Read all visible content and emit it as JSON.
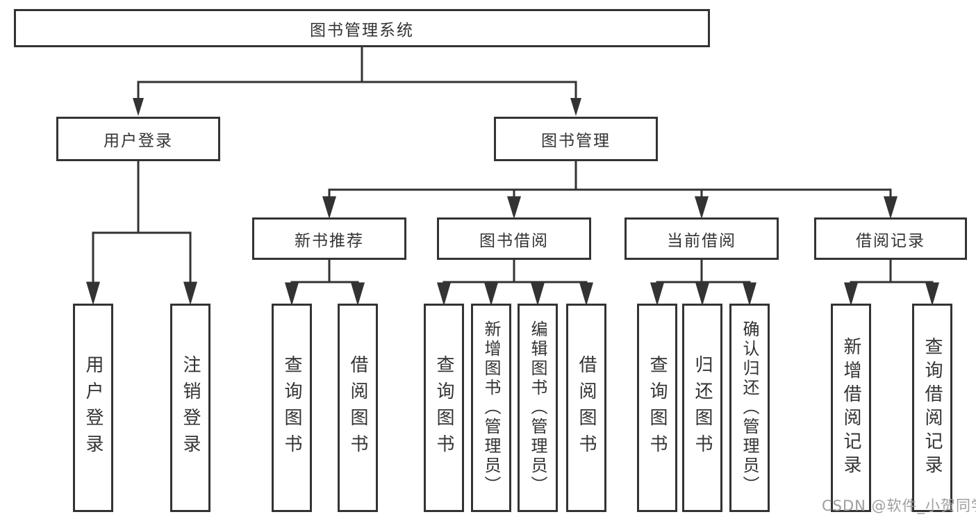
{
  "diagram_type": "hierarchy-tree",
  "title": "图书管理系统",
  "tree": {
    "label": "图书管理系统",
    "children": [
      {
        "label": "用户登录",
        "children": [
          {
            "label": "用户登录"
          },
          {
            "label": "注销登录"
          }
        ]
      },
      {
        "label": "图书管理",
        "children": [
          {
            "label": "新书推荐",
            "children": [
              {
                "label": "查询图书"
              },
              {
                "label": "借阅图书"
              }
            ]
          },
          {
            "label": "图书借阅",
            "children": [
              {
                "label": "查询图书"
              },
              {
                "label": "新增图书（管理员）"
              },
              {
                "label": "编辑图书（管理员）"
              },
              {
                "label": "借阅图书"
              }
            ]
          },
          {
            "label": "当前借阅",
            "children": [
              {
                "label": "查询图书"
              },
              {
                "label": "归还图书"
              },
              {
                "label": "确认归还（管理员）"
              }
            ]
          },
          {
            "label": "借阅记录",
            "children": [
              {
                "label": "新增借阅记录"
              },
              {
                "label": "查询借阅记录"
              }
            ]
          }
        ]
      }
    ]
  },
  "watermark": "CSDN @软件_小贺同学",
  "colors": {
    "line": "#333333",
    "box_border": "#333333",
    "box_background": "#ffffff",
    "page_background": "#ffffff",
    "watermark": "#9e9e9e"
  }
}
